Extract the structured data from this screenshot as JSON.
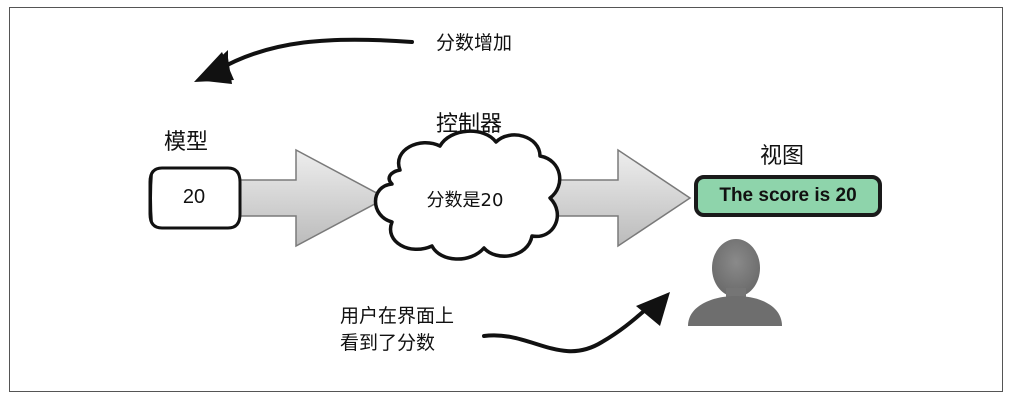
{
  "diagram": {
    "model_label": "模型",
    "model_value": "20",
    "controller_label": "控制器",
    "controller_text": "分数是20",
    "view_label": "视图",
    "view_text": "The score is 20",
    "score_increase_label": "分数增加",
    "user_sees_line1": "用户在界面上",
    "user_sees_line2": "看到了分数"
  }
}
